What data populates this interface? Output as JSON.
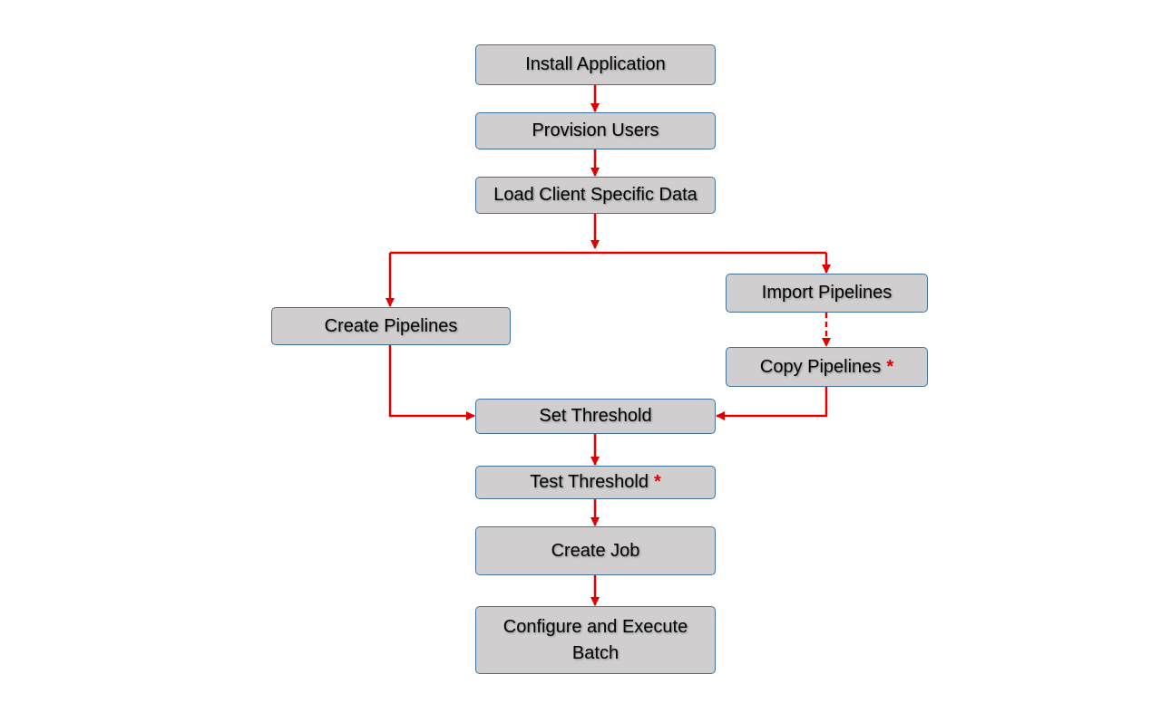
{
  "colors": {
    "node_fill": "#d0cece",
    "node_border": "#41719c",
    "connector": "#e00000",
    "marker": "#e00000"
  },
  "nodes": {
    "install_application": "Install Application",
    "provision_users": "Provision Users",
    "load_client_specific_data": "Load Client Specific Data",
    "create_pipelines": "Create Pipelines",
    "import_pipelines": "Import Pipelines",
    "copy_pipelines": "Copy Pipelines",
    "set_threshold": "Set Threshold",
    "test_threshold": "Test Threshold",
    "create_job": "Create Job",
    "configure_and_execute_batch": "Configure and Execute Batch"
  },
  "markers": {
    "copy_pipelines": "*",
    "test_threshold": "*"
  }
}
